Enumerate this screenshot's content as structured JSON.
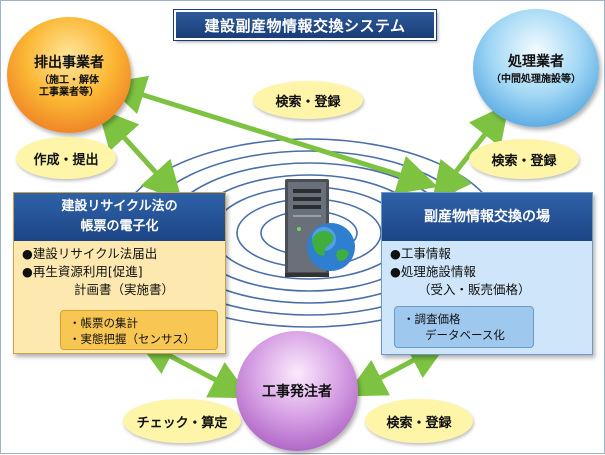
{
  "title": "建設副産物情報交換システム",
  "nodes": {
    "emitter": {
      "label": "排出事業者",
      "sub1": "（施工・解体",
      "sub2": "工事業者等）"
    },
    "processor": {
      "label": "処理業者",
      "sub1": "（中間処理施設等）"
    },
    "orderer": {
      "label": "工事発注者"
    }
  },
  "actions": {
    "search_register_top": "検索・登録",
    "create_submit": "作成・提出",
    "search_register_right": "検索・登録",
    "check_calc": "チェック・算定",
    "search_register_bottom": "検索・登録"
  },
  "left_box": {
    "title_line1": "建設リサイクル法の",
    "title_line2": "帳票の電子化",
    "item1": "●建設リサイクル法届出",
    "item2": "●再生資源利用[促進]",
    "item2_cont": "計画書（実施書）",
    "sub1": "・帳票の集計",
    "sub2": "・実態把握（センサス）"
  },
  "right_box": {
    "title": "副産物情報交換の場",
    "item1": "●工事情報",
    "item2": "●処理施設情報",
    "item2_cont": "（受入・販売価格）",
    "sub1": "・調査価格",
    "sub2": "データベース化"
  },
  "icons": {
    "server": "server-icon",
    "globe": "globe-icon",
    "arrows": "double-arrow-icon"
  },
  "colors": {
    "title_bg": "#1a3d77",
    "box_header": "#2f62a8",
    "arrow": "#7ec242",
    "orange": "#e8641c",
    "blue": "#2f8fd8",
    "purple": "#9a45b5",
    "oval": "#fff5a8"
  }
}
